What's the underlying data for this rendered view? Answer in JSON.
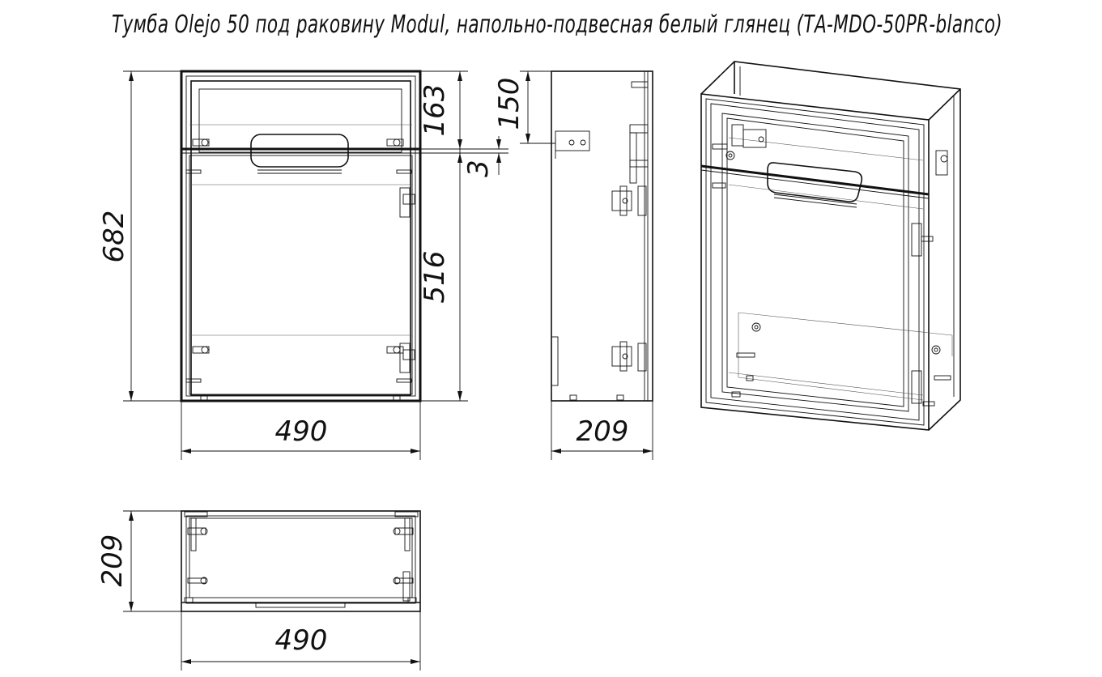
{
  "title": "Тумба Olejo 50 под раковину Modul, напольно-подвесная белый глянец (ТА-MDO-50PR-blanco)",
  "dimensions": {
    "front_height": "682",
    "front_top": "163",
    "gap": "3",
    "front_lower": "516",
    "front_width": "490",
    "side_depth": "209",
    "side_top": "150",
    "plan_depth": "209",
    "plan_width": "490"
  },
  "colors": {
    "line": "#111111",
    "background": "#ffffff"
  }
}
